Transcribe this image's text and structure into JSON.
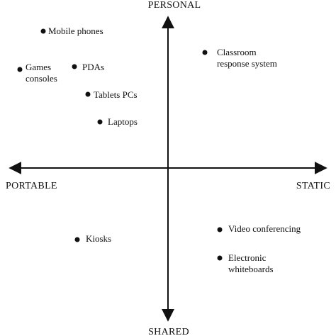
{
  "axes": {
    "top": "PERSONAL",
    "bottom": "SHARED",
    "left": "PORTABLE",
    "right": "STATIC"
  },
  "items": [
    {
      "id": "mobile-phones",
      "lines": [
        "Mobile phones"
      ]
    },
    {
      "id": "classroom-response-system",
      "lines": [
        "Classroom",
        "response system"
      ]
    },
    {
      "id": "games-consoles",
      "lines": [
        "Games",
        "consoles"
      ]
    },
    {
      "id": "pdas",
      "lines": [
        "PDAs"
      ]
    },
    {
      "id": "tablet-pcs",
      "lines": [
        "Tablets PCs"
      ]
    },
    {
      "id": "laptops",
      "lines": [
        "Laptops"
      ]
    },
    {
      "id": "video-conferencing",
      "lines": [
        "Video conferencing"
      ]
    },
    {
      "id": "kiosks",
      "lines": [
        "Kiosks"
      ]
    },
    {
      "id": "electronic-whiteboards",
      "lines": [
        "Electronic",
        "whiteboards"
      ]
    }
  ],
  "colors": {
    "ink": "#111111",
    "background": "#ffffff"
  }
}
